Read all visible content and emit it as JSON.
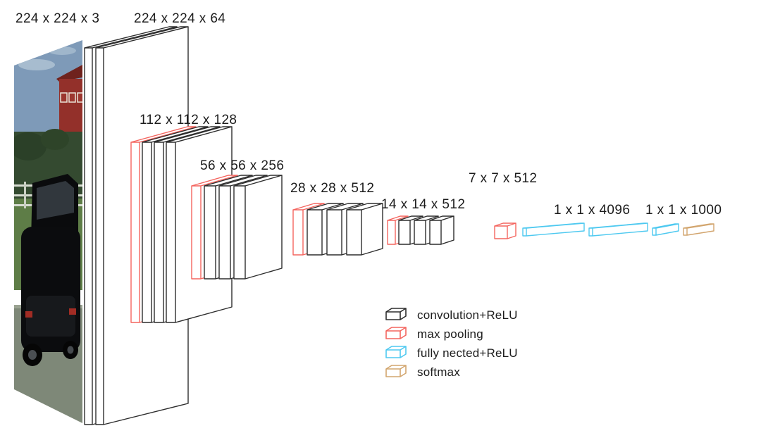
{
  "labels": {
    "input": "224 x 224 x 3",
    "block1": "224 x 224 x 64",
    "block2": "112 x 112 x 128",
    "block3": "56 x 56 x 256",
    "block4": "28 x 28 x 512",
    "block5": "14 x 14 x 512",
    "pool5": "7 x 7 x 512",
    "fc": "1 x 1 x 4096",
    "output": "1 x 1 x 1000"
  },
  "legend": {
    "items": [
      {
        "name": "convolution",
        "label": "convolution+ReLU",
        "color": "#2d2d2d"
      },
      {
        "name": "max-pooling",
        "label": "max pooling",
        "color": "#f4655f"
      },
      {
        "name": "fully-connected",
        "label": "fully nected+ReLU",
        "color": "#4ec9f0"
      },
      {
        "name": "softmax",
        "label": "softmax",
        "color": "#d2a56e"
      }
    ]
  }
}
